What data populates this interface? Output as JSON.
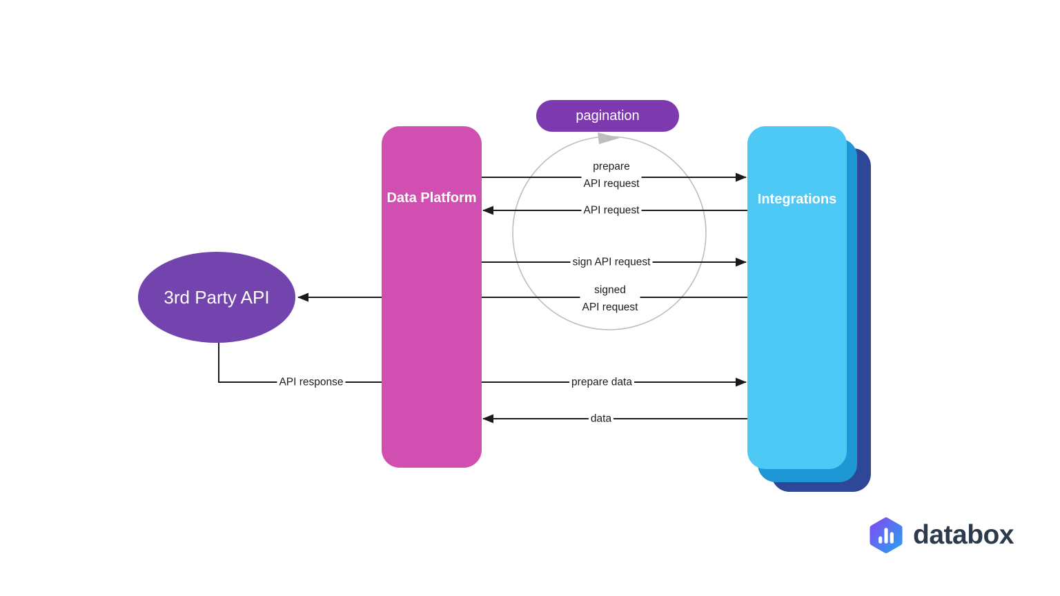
{
  "diagram": {
    "pagination_pill": {
      "label": "pagination",
      "color": "#7D3AAF"
    },
    "loop_circle": {
      "color": "#BDBDBD",
      "direction": "clockwise"
    },
    "line_color": "#1a1a1a",
    "nodes": {
      "third_party_api": {
        "label": "3rd Party API",
        "color": "#7444AE",
        "shape": "ellipse"
      },
      "data_platform": {
        "label_lines": [
          "Data",
          "Platform"
        ],
        "color": "#D14FB0",
        "shape": "rounded-rect"
      },
      "integrations": {
        "label": "Integrations",
        "color": "#4EC8F4",
        "stack_colors": [
          "#1F97D4",
          "#2E4796"
        ],
        "shape": "stacked-rounded-rect"
      }
    },
    "edges": [
      {
        "from": "data_platform",
        "to": "integrations",
        "direction": "right",
        "label_lines": [
          "prepare",
          "API request"
        ]
      },
      {
        "from": "integrations",
        "to": "data_platform",
        "direction": "left",
        "label_lines": [
          "API request"
        ]
      },
      {
        "from": "data_platform",
        "to": "integrations",
        "direction": "right",
        "label_lines": [
          "sign API request"
        ]
      },
      {
        "from": "integrations",
        "to": "third_party_api",
        "direction": "left",
        "label_lines": [
          "signed",
          "API request"
        ]
      },
      {
        "from": "data_platform",
        "to": "integrations",
        "direction": "right",
        "label_lines": [
          "prepare data"
        ]
      },
      {
        "from": "integrations",
        "to": "data_platform",
        "direction": "left",
        "label_lines": [
          "data"
        ]
      },
      {
        "from": "third_party_api",
        "to": "data_platform",
        "direction": "none",
        "label_lines": [
          "API response"
        ]
      }
    ]
  },
  "logo": {
    "text": "databox",
    "text_color": "#2D3A4C",
    "icon": {
      "name": "databox-hexagon-bars-icon",
      "gradient_from": "#7C4EF3",
      "gradient_to": "#2D9CEF",
      "bar_color": "#FFFFFF"
    }
  }
}
